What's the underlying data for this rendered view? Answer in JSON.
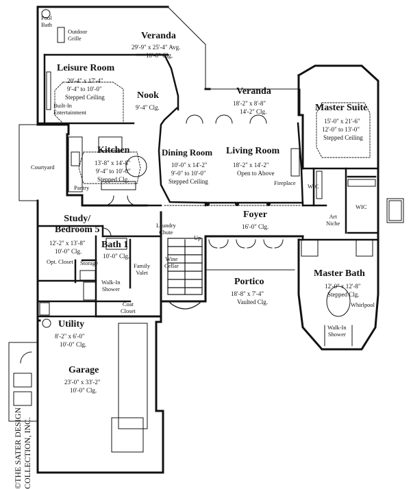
{
  "rooms": {
    "pool_bath": "Pool\nBath",
    "outdoor_grille": "Outdoor\nGrille",
    "veranda_top": {
      "name": "Veranda",
      "dims": "29'-9\" x 25'-4\" Avg.",
      "ceiling": "10'-0\" Clg."
    },
    "leisure": {
      "name": "Leisure Room",
      "dims": "20'-4\" x 17'-4\"",
      "ceiling": "9'-4\" to 10'-0\"",
      "note": "Stepped Ceiling"
    },
    "built_in": "Built-In\nEntertainment",
    "nook": {
      "name": "Nook",
      "ceiling": "9'-4\" Clg."
    },
    "veranda_mid": {
      "name": "Veranda",
      "dims": "18'-2\" x 8'-8\"",
      "ceiling": "14'-2\" Clg."
    },
    "master_suite": {
      "name": "Master Suite",
      "dims": "15'-0\" x 21'-6\"",
      "ceiling": "12'-0\" to 13'-0\"",
      "note": "Stepped Ceiling"
    },
    "kitchen": {
      "name": "Kitchen",
      "dims": "13'-8\" x 14'-8\"",
      "ceiling": "9'-4\" to 10'-0\"",
      "note": "Stepped Clg."
    },
    "courtyard": "Courtyard",
    "pantry": "Pantry",
    "dining": {
      "name": "Dining Room",
      "dims": "10'-0\" x 14'-2\"",
      "ceiling": "9'-0\" to 10'-0\"",
      "note": "Stepped Ceiling"
    },
    "living": {
      "name": "Living Room",
      "dims": "18'-2\" x 14'-2\"",
      "ceiling": "Open to Above"
    },
    "fireplace": "Fireplace",
    "wic1": "WIC",
    "wic2": "WIC",
    "art_niche": "Art\nNiche",
    "foyer": {
      "name": "Foyer",
      "ceiling": "16'-0\" Clg."
    },
    "study": {
      "name": "Study/\nBedroom 5",
      "dims": "12'-2\" x 13'-8\"",
      "ceiling": "10'-0\" Clg."
    },
    "opt_closet": "Opt. Closet",
    "storage": "Storage",
    "bath1": {
      "name": "Bath 1",
      "ceiling": "10'-0\" Clg."
    },
    "laundry": "Laundry\nChute",
    "up": "Up",
    "family_valet": "Family\nValet",
    "wine_cellar": "Wine\nCellar",
    "walk_in_shower1": "Walk-In\nShower",
    "coat_closet": "Coat\nCloset",
    "portico": {
      "name": "Portico",
      "dims": "18'-8\" x 7'-4\"",
      "ceiling": "Vaulted Clg."
    },
    "master_bath": {
      "name": "Master Bath",
      "dims": "12'-0\" x 12'-8\"",
      "ceiling": "Stepped Clg."
    },
    "whirlpool": "Whirlpool",
    "walk_in_shower2": "Walk-In\nShower",
    "utility": {
      "name": "Utility",
      "dims": "8'-2\" x 6'-0\"",
      "ceiling": "10'-0\" Clg."
    },
    "garage": {
      "name": "Garage",
      "dims": "23'-0\" x 33'-2\"",
      "ceiling": "10'-0\" Clg."
    }
  },
  "copyright": "©THE SATER DESIGN\nCOLLECTION, INC."
}
